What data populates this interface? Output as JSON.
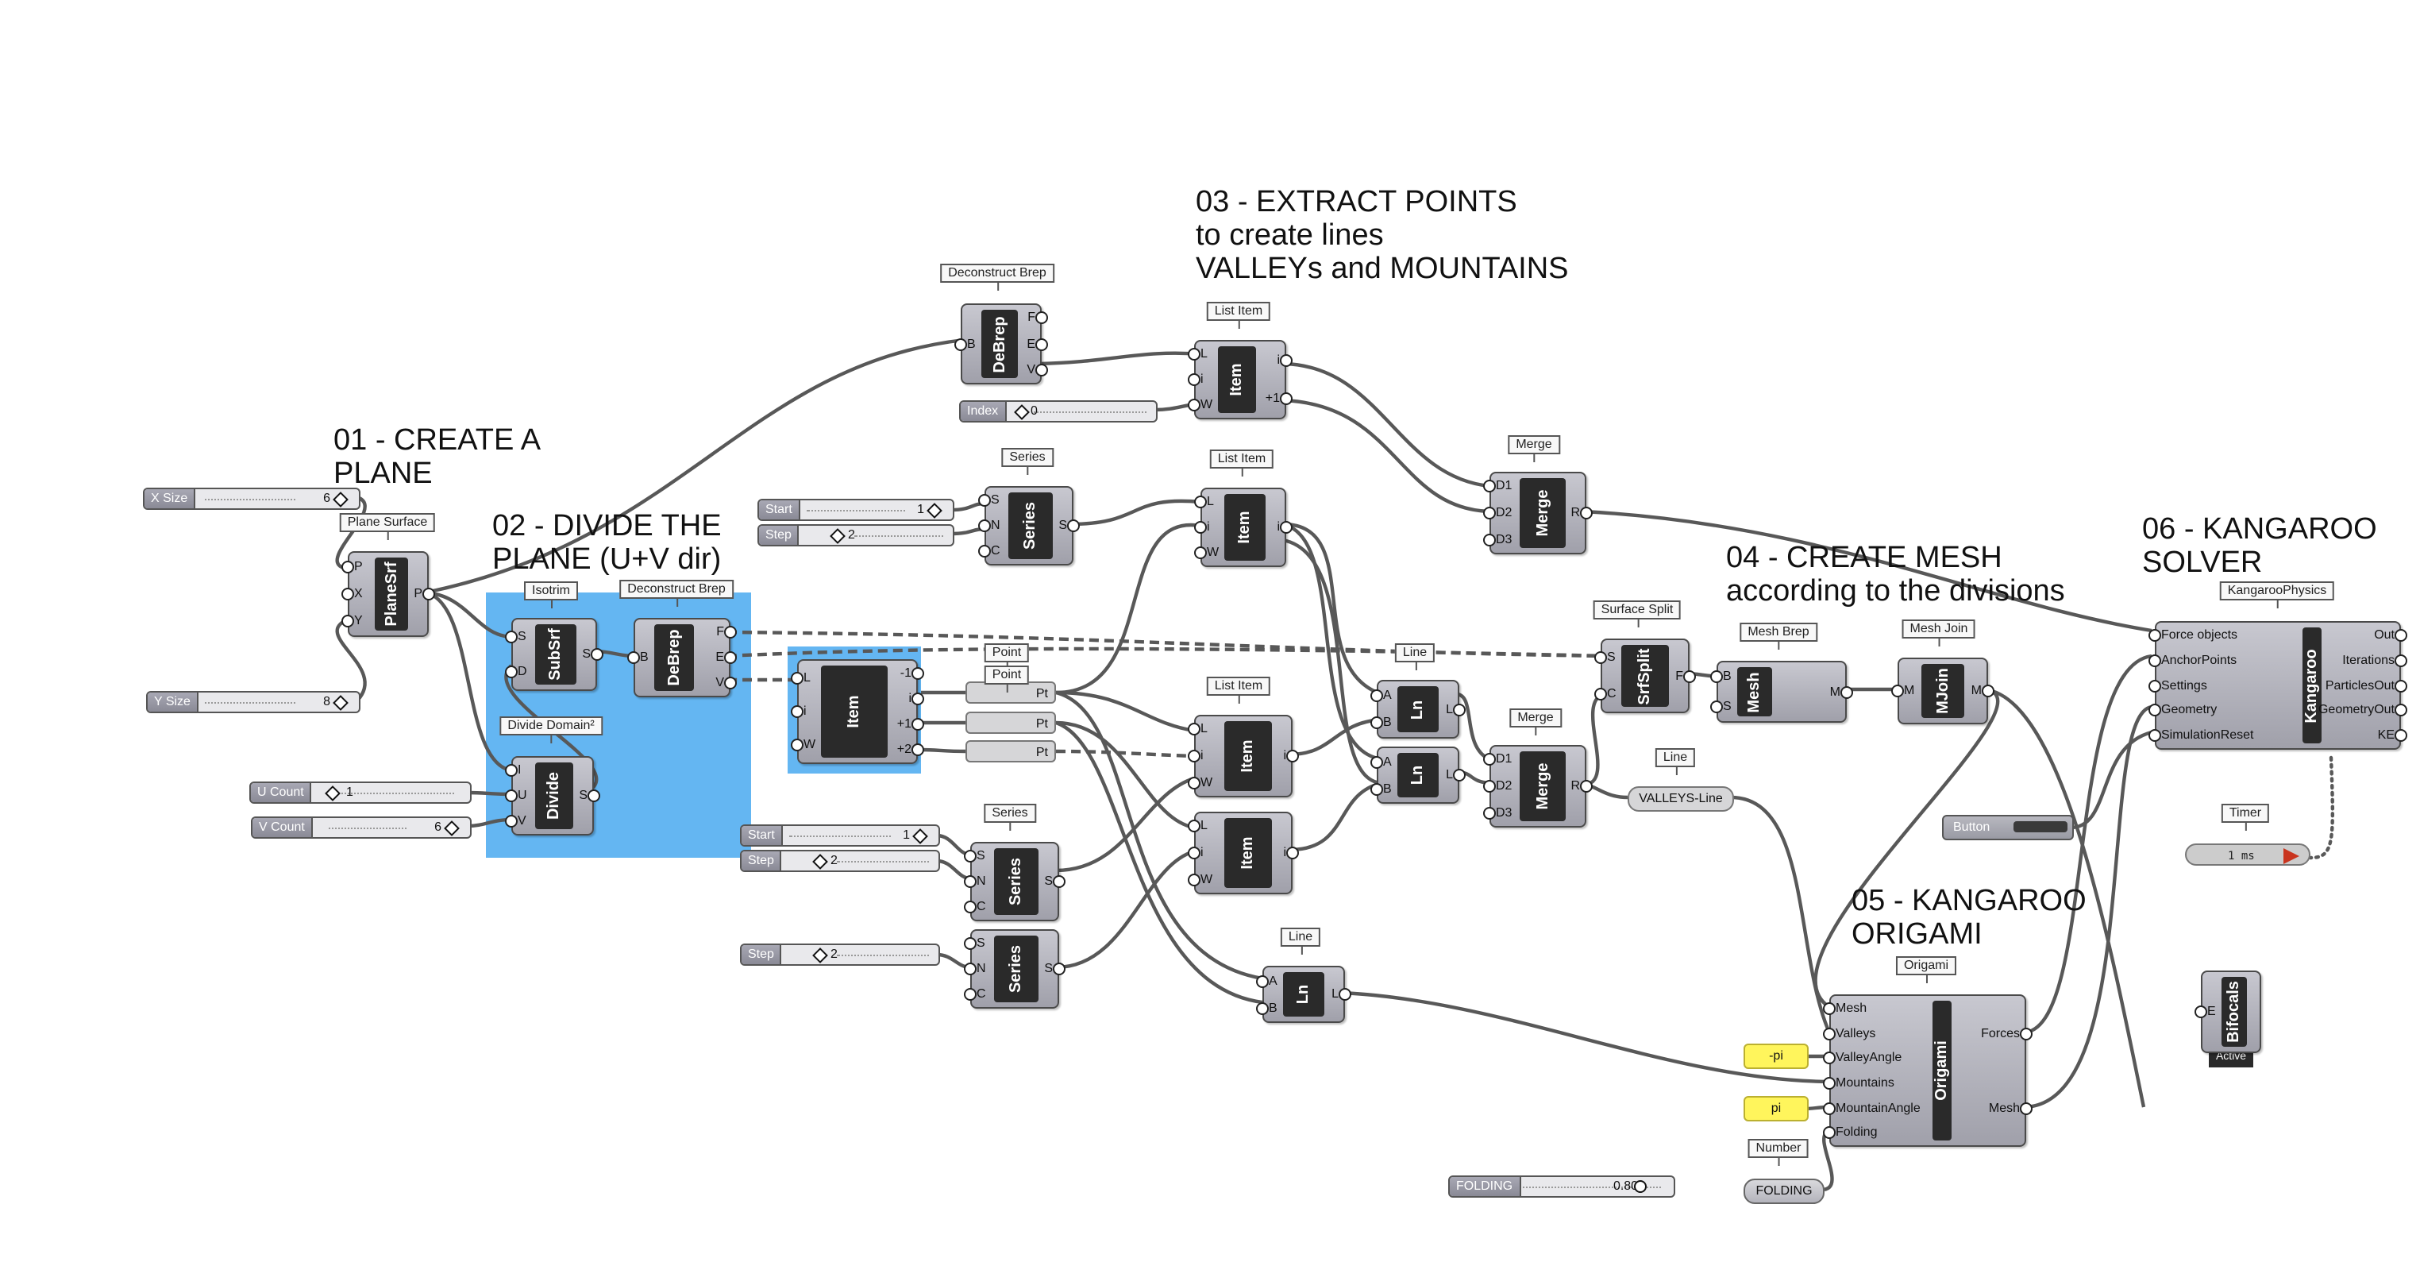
{
  "titles": {
    "t01": "01 - CREATE A\nPLANE",
    "t02": "02 - DIVIDE THE\nPLANE (U+V dir)",
    "t03": "03 - EXTRACT POINTS\nto create lines\nVALLEYs and MOUNTAINS",
    "t04": "04 - CREATE MESH\naccording to the divisions",
    "t05": "05 - KANGAROO\nORIGAMI",
    "t06": "06 - KANGAROO\nSOLVER"
  },
  "annotations": {
    "plane_surface": "Plane Surface",
    "isotrim": "Isotrim",
    "deconstruct_brep_1": "Deconstruct Brep",
    "deconstruct_brep_2": "Deconstruct Brep",
    "divide_domain": "Divide Domain²",
    "list_item_1": "List Item",
    "list_item_2": "List Item",
    "list_item_3": "List Item",
    "series_1": "Series",
    "series_2": "Series",
    "merge_1": "Merge",
    "merge_2": "Merge",
    "point_1": "Point",
    "point_2": "Point",
    "line_1": "Line",
    "line_2": "Line",
    "line_3": "Line",
    "surface_split": "Surface Split",
    "mesh_brep": "Mesh Brep",
    "mesh_join": "Mesh Join",
    "origami": "Origami",
    "kangaroo_physics": "KangarooPhysics",
    "timer": "Timer",
    "number": "Number"
  },
  "components": {
    "planesrf": {
      "label": "PlaneSrf",
      "inputs": [
        "P",
        "X",
        "Y"
      ],
      "outputs": [
        "P"
      ]
    },
    "subsrf": {
      "label": "SubSrf",
      "inputs": [
        "S",
        "D"
      ],
      "outputs": [
        "S"
      ]
    },
    "debrep1": {
      "label": "DeBrep",
      "inputs": [
        "B"
      ],
      "outputs": [
        "F",
        "E",
        "V"
      ]
    },
    "debrep2": {
      "label": "DeBrep",
      "inputs": [
        "B"
      ],
      "outputs": [
        "F",
        "E",
        "V"
      ]
    },
    "divide": {
      "label": "Divide",
      "inputs": [
        "I",
        "U",
        "V"
      ],
      "outputs": [
        "S"
      ]
    },
    "item_a": {
      "label": "Item",
      "inputs": [
        "L",
        "i",
        "W"
      ],
      "outputs": [
        "i",
        "+1"
      ]
    },
    "item_b": {
      "label": "Item",
      "inputs": [
        "L",
        "i",
        "W"
      ],
      "outputs": [
        "i"
      ]
    },
    "item_grp": {
      "label": "Item",
      "inputs": [
        "L",
        "i",
        "W"
      ],
      "outputs": [
        "-1",
        "i",
        "+1",
        "+2"
      ]
    },
    "item_c": {
      "label": "Item",
      "inputs": [
        "L",
        "i",
        "W"
      ],
      "outputs": [
        "i"
      ]
    },
    "item_d": {
      "label": "Item",
      "inputs": [
        "L",
        "i",
        "W"
      ],
      "outputs": [
        "i"
      ]
    },
    "series1": {
      "label": "Series",
      "inputs": [
        "S",
        "N",
        "C"
      ],
      "outputs": [
        "S"
      ]
    },
    "series2": {
      "label": "Series",
      "inputs": [
        "S",
        "N",
        "C"
      ],
      "outputs": [
        "S"
      ]
    },
    "series3": {
      "label": "Series",
      "inputs": [
        "S",
        "N",
        "C"
      ],
      "outputs": [
        "S"
      ]
    },
    "merge1": {
      "label": "Merge",
      "inputs": [
        "D1",
        "D2",
        "D3"
      ],
      "outputs": [
        "R"
      ]
    },
    "merge2": {
      "label": "Merge",
      "inputs": [
        "D1",
        "D2",
        "D3"
      ],
      "outputs": [
        "R"
      ]
    },
    "ln1": {
      "label": "Ln",
      "inputs": [
        "A",
        "B"
      ],
      "outputs": [
        "L"
      ]
    },
    "ln2": {
      "label": "Ln",
      "inputs": [
        "A",
        "B"
      ],
      "outputs": [
        "L"
      ]
    },
    "ln3": {
      "label": "Ln",
      "inputs": [
        "A",
        "B"
      ],
      "outputs": [
        "L"
      ]
    },
    "srfsplit": {
      "label": "SrfSplit",
      "inputs": [
        "S",
        "C"
      ],
      "outputs": [
        "F"
      ]
    },
    "mesh": {
      "label": "Mesh",
      "inputs": [
        "B",
        "S"
      ],
      "outputs": [
        "M"
      ]
    },
    "mjoin": {
      "label": "MJoin",
      "inputs": [
        "M"
      ],
      "outputs": [
        "M"
      ]
    },
    "origami": {
      "label": "Origami",
      "inputs": [
        "Mesh",
        "Valleys",
        "ValleyAngle",
        "Mountains",
        "MountainAngle",
        "Folding"
      ],
      "outputs": [
        "Forces",
        "Mesh"
      ]
    },
    "kangaroo": {
      "label": "Kangaroo",
      "inputs": [
        "Force objects",
        "AnchorPoints",
        "Settings",
        "Geometry",
        "SimulationReset"
      ],
      "outputs": [
        "Out",
        "Iterations",
        "ParticlesOut",
        "GeometryOut",
        "KE"
      ]
    },
    "bifocals": {
      "label": "Bifocals",
      "inputs": [
        "E"
      ],
      "outputs": [],
      "badge": "Active"
    }
  },
  "points": {
    "label": "Pt"
  },
  "sliders": {
    "x_size": {
      "label": "X Size",
      "value": "6"
    },
    "y_size": {
      "label": "Y Size",
      "value": "8"
    },
    "u_count": {
      "label": "U Count",
      "value": "1"
    },
    "v_count": {
      "label": "V Count",
      "value": "6"
    },
    "index": {
      "label": "Index",
      "value": "0"
    },
    "start1": {
      "label": "Start",
      "value": "1"
    },
    "step1": {
      "label": "Step",
      "value": "2"
    },
    "start2": {
      "label": "Start",
      "value": "1"
    },
    "step2": {
      "label": "Step",
      "value": "2"
    },
    "step3": {
      "label": "Step",
      "value": "2"
    },
    "folding": {
      "label": "FOLDING",
      "value": "0.802",
      "fraction": 0.802
    }
  },
  "panels": {
    "valleys_line": "VALLEYS-Line",
    "neg_pi": "-pi",
    "pi": "pi",
    "folding_num": "FOLDING"
  },
  "button": {
    "label": "Button"
  },
  "timer": {
    "value": "1 ms"
  },
  "colors": {
    "group": "#64b6f2",
    "component": "#b4b4bc",
    "wire": "#585858",
    "expression_panel": "#fff55c",
    "timer_arrow": "#c9341e"
  }
}
